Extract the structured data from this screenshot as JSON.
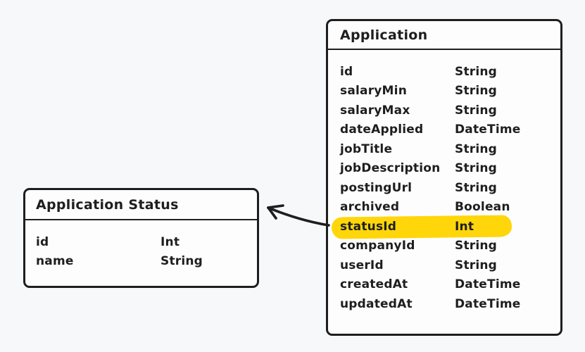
{
  "colors": {
    "page-bg": "#f7f8fa",
    "ink": "#1e1e1e",
    "shape-fill": "#fdfdfd",
    "highlight": "#ffd60a"
  },
  "entities": [
    {
      "title": "Application",
      "fields": [
        {
          "name": "id",
          "type": "String"
        },
        {
          "name": "salaryMin",
          "type": "String"
        },
        {
          "name": "salaryMax",
          "type": "String"
        },
        {
          "name": "dateApplied",
          "type": "DateTime"
        },
        {
          "name": "jobTitle",
          "type": "String"
        },
        {
          "name": "jobDescription",
          "type": "String"
        },
        {
          "name": "postingUrl",
          "type": "String"
        },
        {
          "name": "archived",
          "type": "Boolean"
        },
        {
          "name": "statusId",
          "type": "Int",
          "highlighted": true
        },
        {
          "name": "companyId",
          "type": "String"
        },
        {
          "name": "userId",
          "type": "String"
        },
        {
          "name": "createdAt",
          "type": "DateTime"
        },
        {
          "name": "updatedAt",
          "type": "DateTime"
        }
      ]
    },
    {
      "title": "Application Status",
      "fields": [
        {
          "name": "id",
          "type": "Int"
        },
        {
          "name": "name",
          "type": "String"
        }
      ]
    }
  ],
  "relation": {
    "from_entity": "Application",
    "from_field": "statusId",
    "to_entity": "Application Status"
  }
}
